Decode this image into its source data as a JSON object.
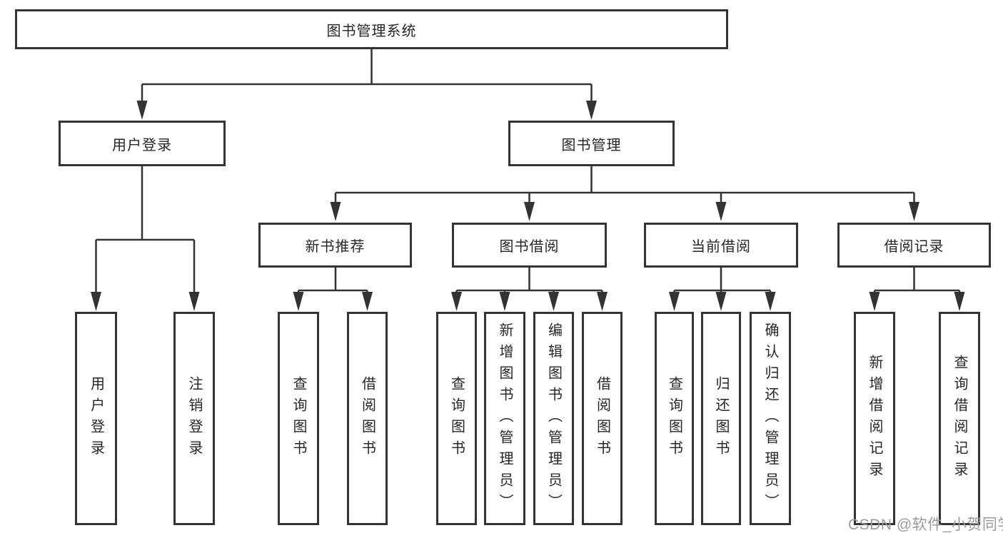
{
  "diagram": {
    "root": "图书管理系统",
    "branches": [
      {
        "label": "用户登录",
        "leaves": [
          "用户登录",
          "注销登录"
        ]
      },
      {
        "label": "图书管理",
        "groups": [
          {
            "label": "新书推荐",
            "leaves": [
              "查询图书",
              "借阅图书"
            ]
          },
          {
            "label": "图书借阅",
            "leaves": [
              "查询图书",
              "新增图书（管理员）",
              "编辑图书（管理员）",
              "借阅图书"
            ]
          },
          {
            "label": "当前借阅",
            "leaves": [
              "查询图书",
              "归还图书",
              "确认归还（管理员）"
            ]
          },
          {
            "label": "借阅记录",
            "leaves": [
              "新增借阅记录",
              "查询借阅记录"
            ]
          }
        ]
      }
    ]
  },
  "watermark": "CSDN @软件_小贺同学",
  "colors": {
    "line": "#333333",
    "text": "#262626",
    "background": "#ffffff",
    "watermark": "#9b9b9b"
  }
}
